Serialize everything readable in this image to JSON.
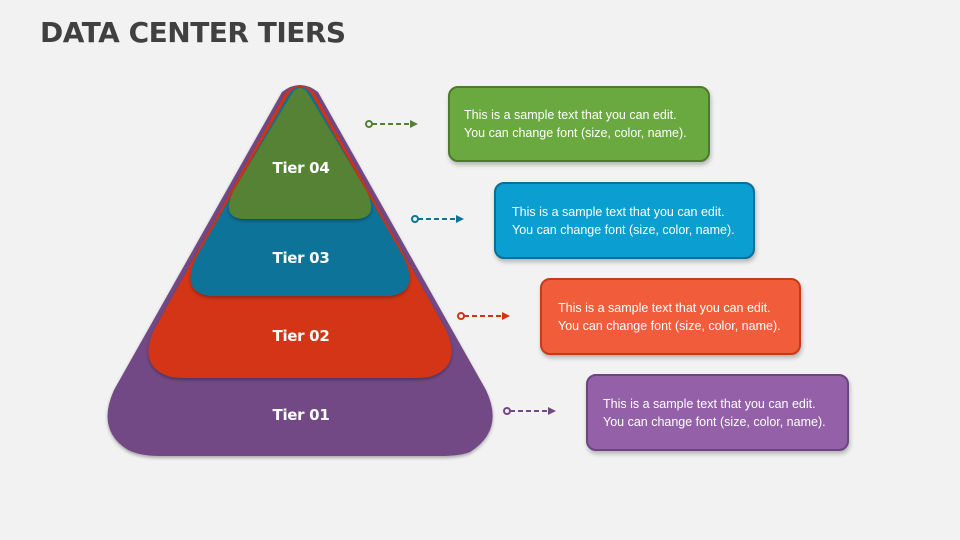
{
  "title": "DATA CENTER TIERS",
  "tiers": [
    {
      "label": "Tier 04",
      "color": "#548235",
      "box_color": "#6aa840",
      "box_border": "#4e7a2c",
      "text_line1": "This is a sample text that you can edit.",
      "text_line2": "You can change font (size, color, name)."
    },
    {
      "label": "Tier 03",
      "color": "#0e7398",
      "box_color": "#0a9ed1",
      "box_border": "#0a6f94",
      "text_line1": "This is a sample text that you can edit.",
      "text_line2": "You can change font (size, color, name)."
    },
    {
      "label": "Tier 02",
      "color": "#d33412",
      "box_color": "#f15d3a",
      "box_border": "#c7391a",
      "text_line1": "This is a sample text that you can edit.",
      "text_line2": "You can change font (size, color, name)."
    },
    {
      "label": "Tier 01",
      "color": "#724985",
      "box_color": "#9460a8",
      "box_border": "#6c4480",
      "text_line1": "This is a sample text that you can edit.",
      "text_line2": "You can change font (size, color, name)."
    }
  ]
}
